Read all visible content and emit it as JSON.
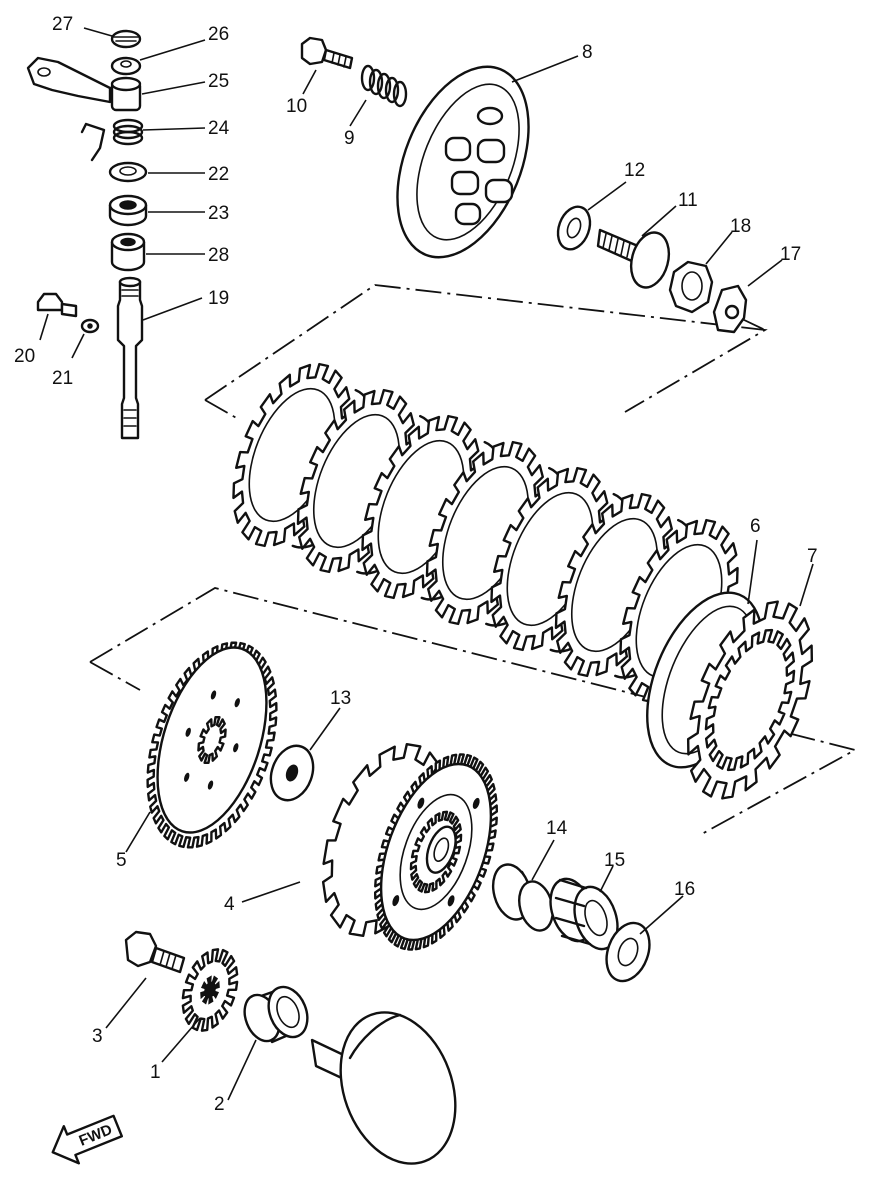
{
  "callouts": [
    {
      "id": "27",
      "text": "27"
    },
    {
      "id": "26",
      "text": "26"
    },
    {
      "id": "25",
      "text": "25"
    },
    {
      "id": "24",
      "text": "24"
    },
    {
      "id": "22",
      "text": "22"
    },
    {
      "id": "23",
      "text": "23"
    },
    {
      "id": "28",
      "text": "28"
    },
    {
      "id": "19",
      "text": "19"
    },
    {
      "id": "20",
      "text": "20"
    },
    {
      "id": "21",
      "text": "21"
    },
    {
      "id": "10",
      "text": "10"
    },
    {
      "id": "9",
      "text": "9"
    },
    {
      "id": "8",
      "text": "8"
    },
    {
      "id": "12",
      "text": "12"
    },
    {
      "id": "11",
      "text": "11"
    },
    {
      "id": "18",
      "text": "18"
    },
    {
      "id": "17",
      "text": "17"
    },
    {
      "id": "6",
      "text": "6"
    },
    {
      "id": "7",
      "text": "7"
    },
    {
      "id": "13",
      "text": "13"
    },
    {
      "id": "5",
      "text": "5"
    },
    {
      "id": "4",
      "text": "4"
    },
    {
      "id": "14",
      "text": "14"
    },
    {
      "id": "15",
      "text": "15"
    },
    {
      "id": "16",
      "text": "16"
    },
    {
      "id": "3",
      "text": "3"
    },
    {
      "id": "1",
      "text": "1"
    },
    {
      "id": "2",
      "text": "2"
    }
  ],
  "direction_arrow": {
    "text": "FWD",
    "icon": "forward-arrow-icon"
  },
  "colors": {
    "ink": "#111111",
    "paper": "#ffffff"
  }
}
